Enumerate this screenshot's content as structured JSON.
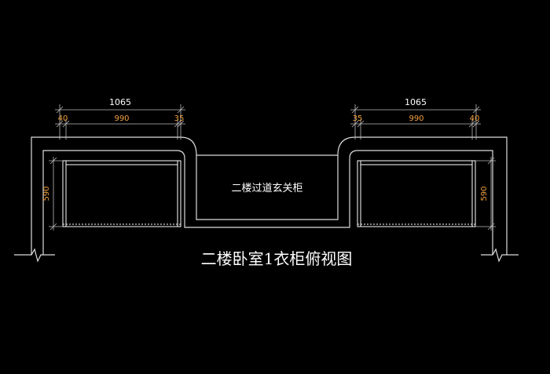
{
  "drawing": {
    "title": "二楼卧室1衣柜俯视图",
    "center_label": "二楼过道玄关柜",
    "left_dims": {
      "overall": "1065",
      "left": "40",
      "inner": "990",
      "right": "35",
      "depth": "590"
    },
    "right_dims": {
      "overall": "1065",
      "left": "35",
      "inner": "990",
      "right": "40",
      "depth": "590"
    }
  },
  "colors": {
    "background": "#000000",
    "line": "#ffffff",
    "dim_line": "#bbbbbb",
    "dim_text": "#f0a040",
    "wall": "#dddddd"
  }
}
